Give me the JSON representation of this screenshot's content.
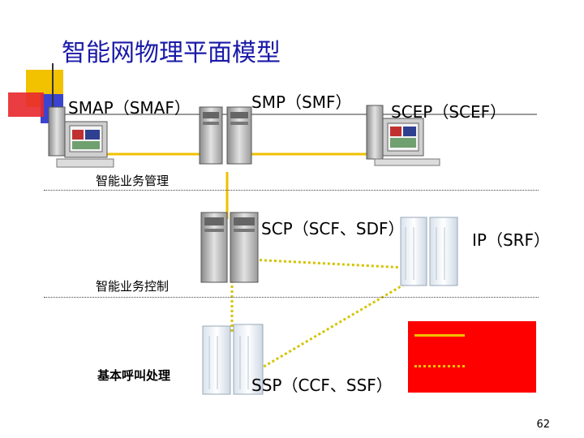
{
  "page": {
    "title": "智能网物理平面模型",
    "page_number": "62"
  },
  "nodes": {
    "smap": "SMAP（SMAF）",
    "smp": "SMP（SMF）",
    "scep": "SCEP（SCEF）",
    "scp": "SCP（SCF、SDF）",
    "ip": "IP（SRF）",
    "ssp": "SSP（CCF、SSF）"
  },
  "layers": {
    "management": "智能业务管理",
    "control": "智能业务控制",
    "basic": "基本呼叫处理"
  },
  "colors": {
    "title": "#1a1aa8",
    "solid_link": "#f0c000",
    "dotted_link": "#d4c400",
    "legend_bg": "#ff0000",
    "deco_yellow": "#f2c200",
    "deco_blue": "#3b44d0",
    "deco_red": "#e8282d"
  },
  "legend": {
    "solid_line_color": "#f0c000",
    "dotted_line_color": "#f0c000"
  }
}
